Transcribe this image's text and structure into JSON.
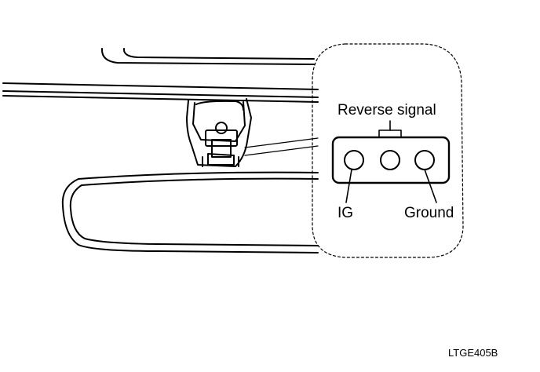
{
  "diagram": {
    "labels": {
      "reverse_signal": "Reverse signal",
      "ig": "IG",
      "ground": "Ground"
    },
    "figure_code": "LTGE405B"
  }
}
